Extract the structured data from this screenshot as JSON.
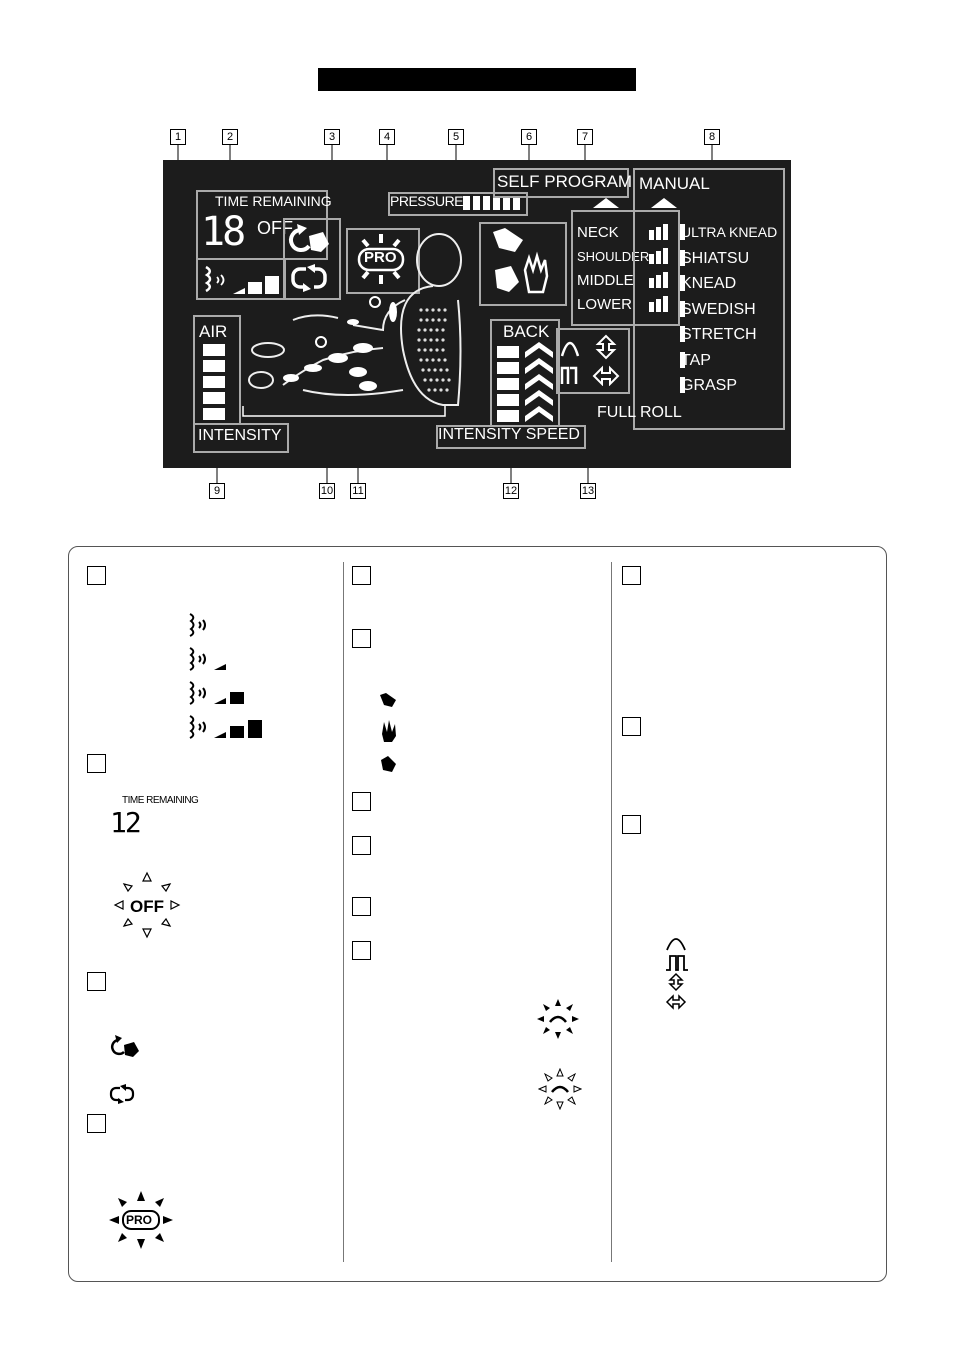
{
  "callouts": [
    "1",
    "2",
    "3",
    "4",
    "5",
    "6",
    "7",
    "8",
    "9",
    "10",
    "11",
    "12",
    "13"
  ],
  "lcd": {
    "time_remaining_label": "TIME REMAINING",
    "time_digits": "18",
    "off_label": "OFF",
    "pro_label": "PRO",
    "pressure_label": "PRESSURE",
    "self_program_label": "SELF PROGRAM",
    "manual_label": "MANUAL",
    "self_items": [
      "NECK",
      "SHOULDER",
      "MIDDLE",
      "LOWER"
    ],
    "manual_items": [
      "ULTRA KNEAD",
      "SHIATSU",
      "KNEAD",
      "SWEDISH",
      "STRETCH",
      "TAP",
      "GRASP"
    ],
    "full_roll_label": "FULL ROLL",
    "air_label": "AIR",
    "intensity_label": "INTENSITY",
    "back_label": "BACK",
    "intensity_speed_label": "INTENSITY SPEED"
  },
  "legend": {
    "time_remaining_small": "TIME REMAINING",
    "time_digits_small": "12",
    "off_small": "OFF",
    "pro_small": "PRO"
  },
  "icons": [
    "air-icon",
    "auto-course-icon",
    "repeat-icon",
    "pro-icon",
    "hand-icon",
    "palm-icon",
    "fist-icon",
    "wave-icon",
    "pulse-icon",
    "updown-arrow-icon",
    "leftright-arrow-icon",
    "rotate-icon"
  ]
}
